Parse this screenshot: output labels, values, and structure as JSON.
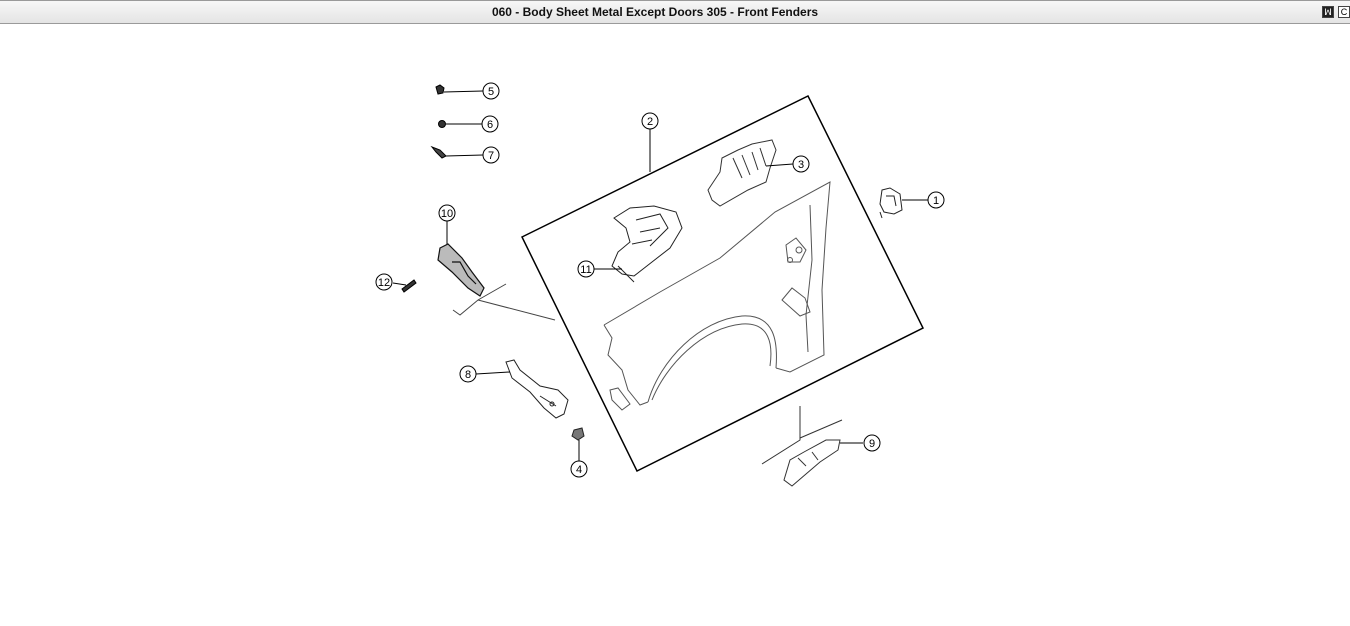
{
  "window": {
    "title": "060 - Body Sheet Metal Except Doors 305 - Front Fenders",
    "buttons": [
      {
        "icon": "mopar-logo-icon",
        "label": ""
      },
      {
        "icon": "copy-icon",
        "label": "C"
      }
    ]
  },
  "diagram": {
    "callouts": [
      "1",
      "2",
      "3",
      "4",
      "5",
      "6",
      "7",
      "8",
      "9",
      "10",
      "11",
      "12"
    ]
  }
}
